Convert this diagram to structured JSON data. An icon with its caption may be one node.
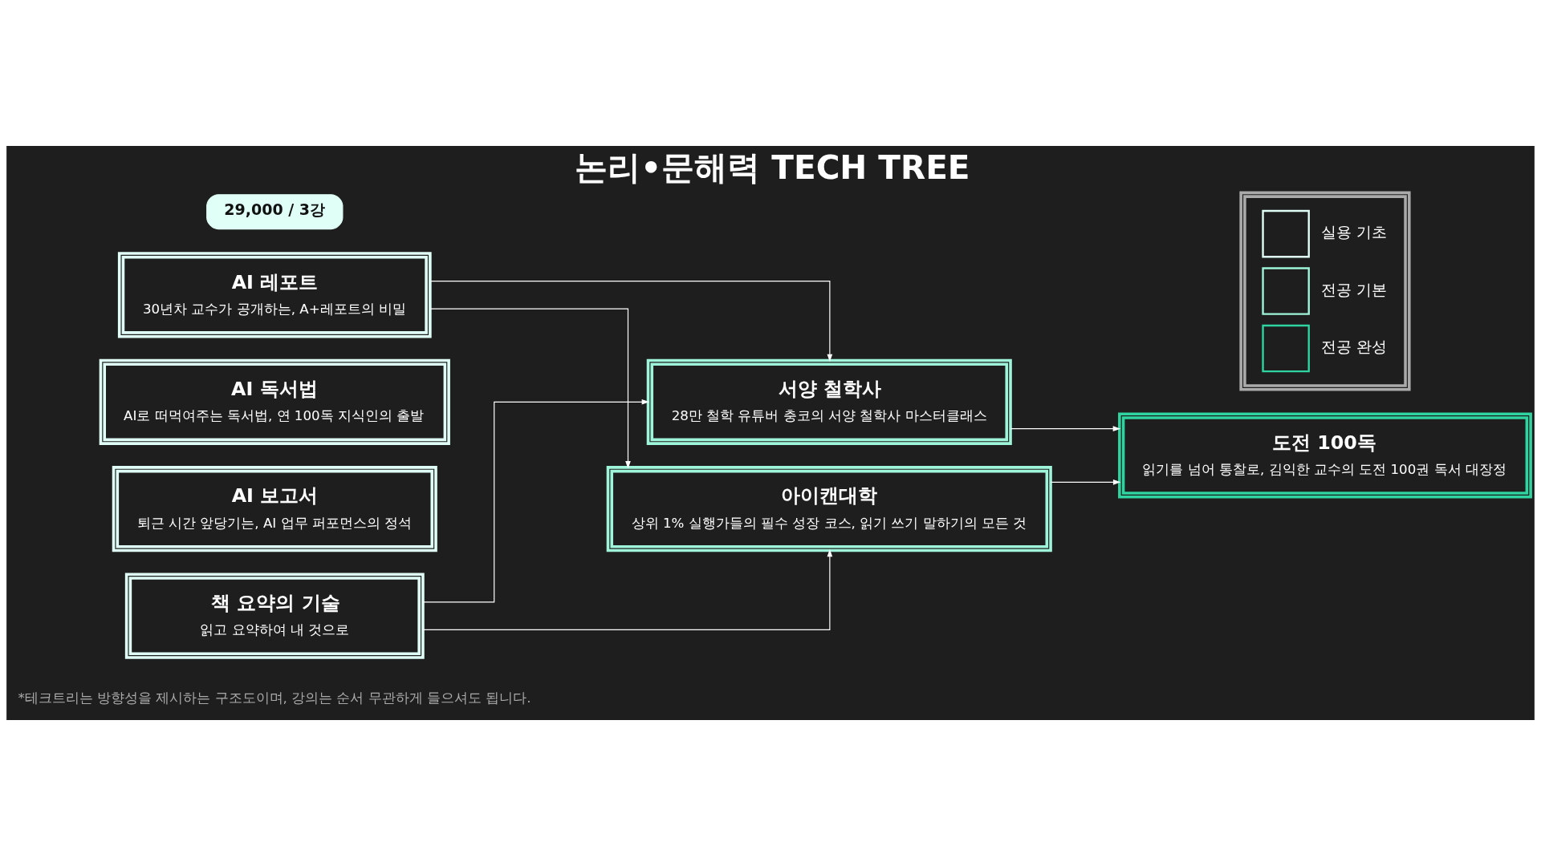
{
  "diagram": {
    "title": "논리•문해력 TECH TREE",
    "caption": "*테크트리는 방향성을 제시하는 구조도이며, 강의는 순서 무관하게 들으셔도 됩니다.",
    "nodes": [
      {
        "text": [
          "29,000 / 3강"
        ]
      },
      {
        "text": [
          "AI 레포트",
          "30년차 교수가 공개하는, A+레포트의 비밀"
        ]
      },
      {
        "text": [
          "AI 독서법",
          "AI로 떠먹여주는 독서법, 연 100독 지식인의 출발"
        ]
      },
      {
        "text": [
          "AI 보고서",
          "퇴근 시간 앞당기는, AI 업무 퍼포먼스의 정석"
        ]
      },
      {
        "text": [
          "책 요약의 기술",
          "읽고 요약하여 내 것으로"
        ]
      },
      {
        "text": [
          "서양 철학사",
          "28만 철학 유튜버 충코의 서양 철학사 마스터클래스"
        ]
      },
      {
        "text": [
          "아이캔대학",
          "상위 1% 실행가들의 필수 성장 코스, 읽기 쓰기 말하기의 모든 것"
        ]
      },
      {
        "text": [
          "도전 100독",
          "읽기를 넘어 통찰로, 김익한 교수의 도전 100권 독서 대장정"
        ]
      }
    ],
    "edges": [
      {
        "from": 1,
        "to": 5,
        "arrow": "to"
      },
      {
        "from": 1,
        "to": 6,
        "arrow": "to"
      },
      {
        "from": 4,
        "to": 5,
        "arrow": "to"
      },
      {
        "from": 4,
        "to": 6,
        "arrow": "to"
      },
      {
        "from": 5,
        "to": 7,
        "arrow": "to"
      },
      {
        "from": 6,
        "to": 7,
        "arrow": "to"
      }
    ],
    "legend": [
      {
        "text": "실용 기초",
        "color": "#e0fff6"
      },
      {
        "text": "전공 기본",
        "color": "#9ff5d9"
      },
      {
        "text": "전공 완성",
        "color": "#2fd4a0"
      }
    ]
  }
}
